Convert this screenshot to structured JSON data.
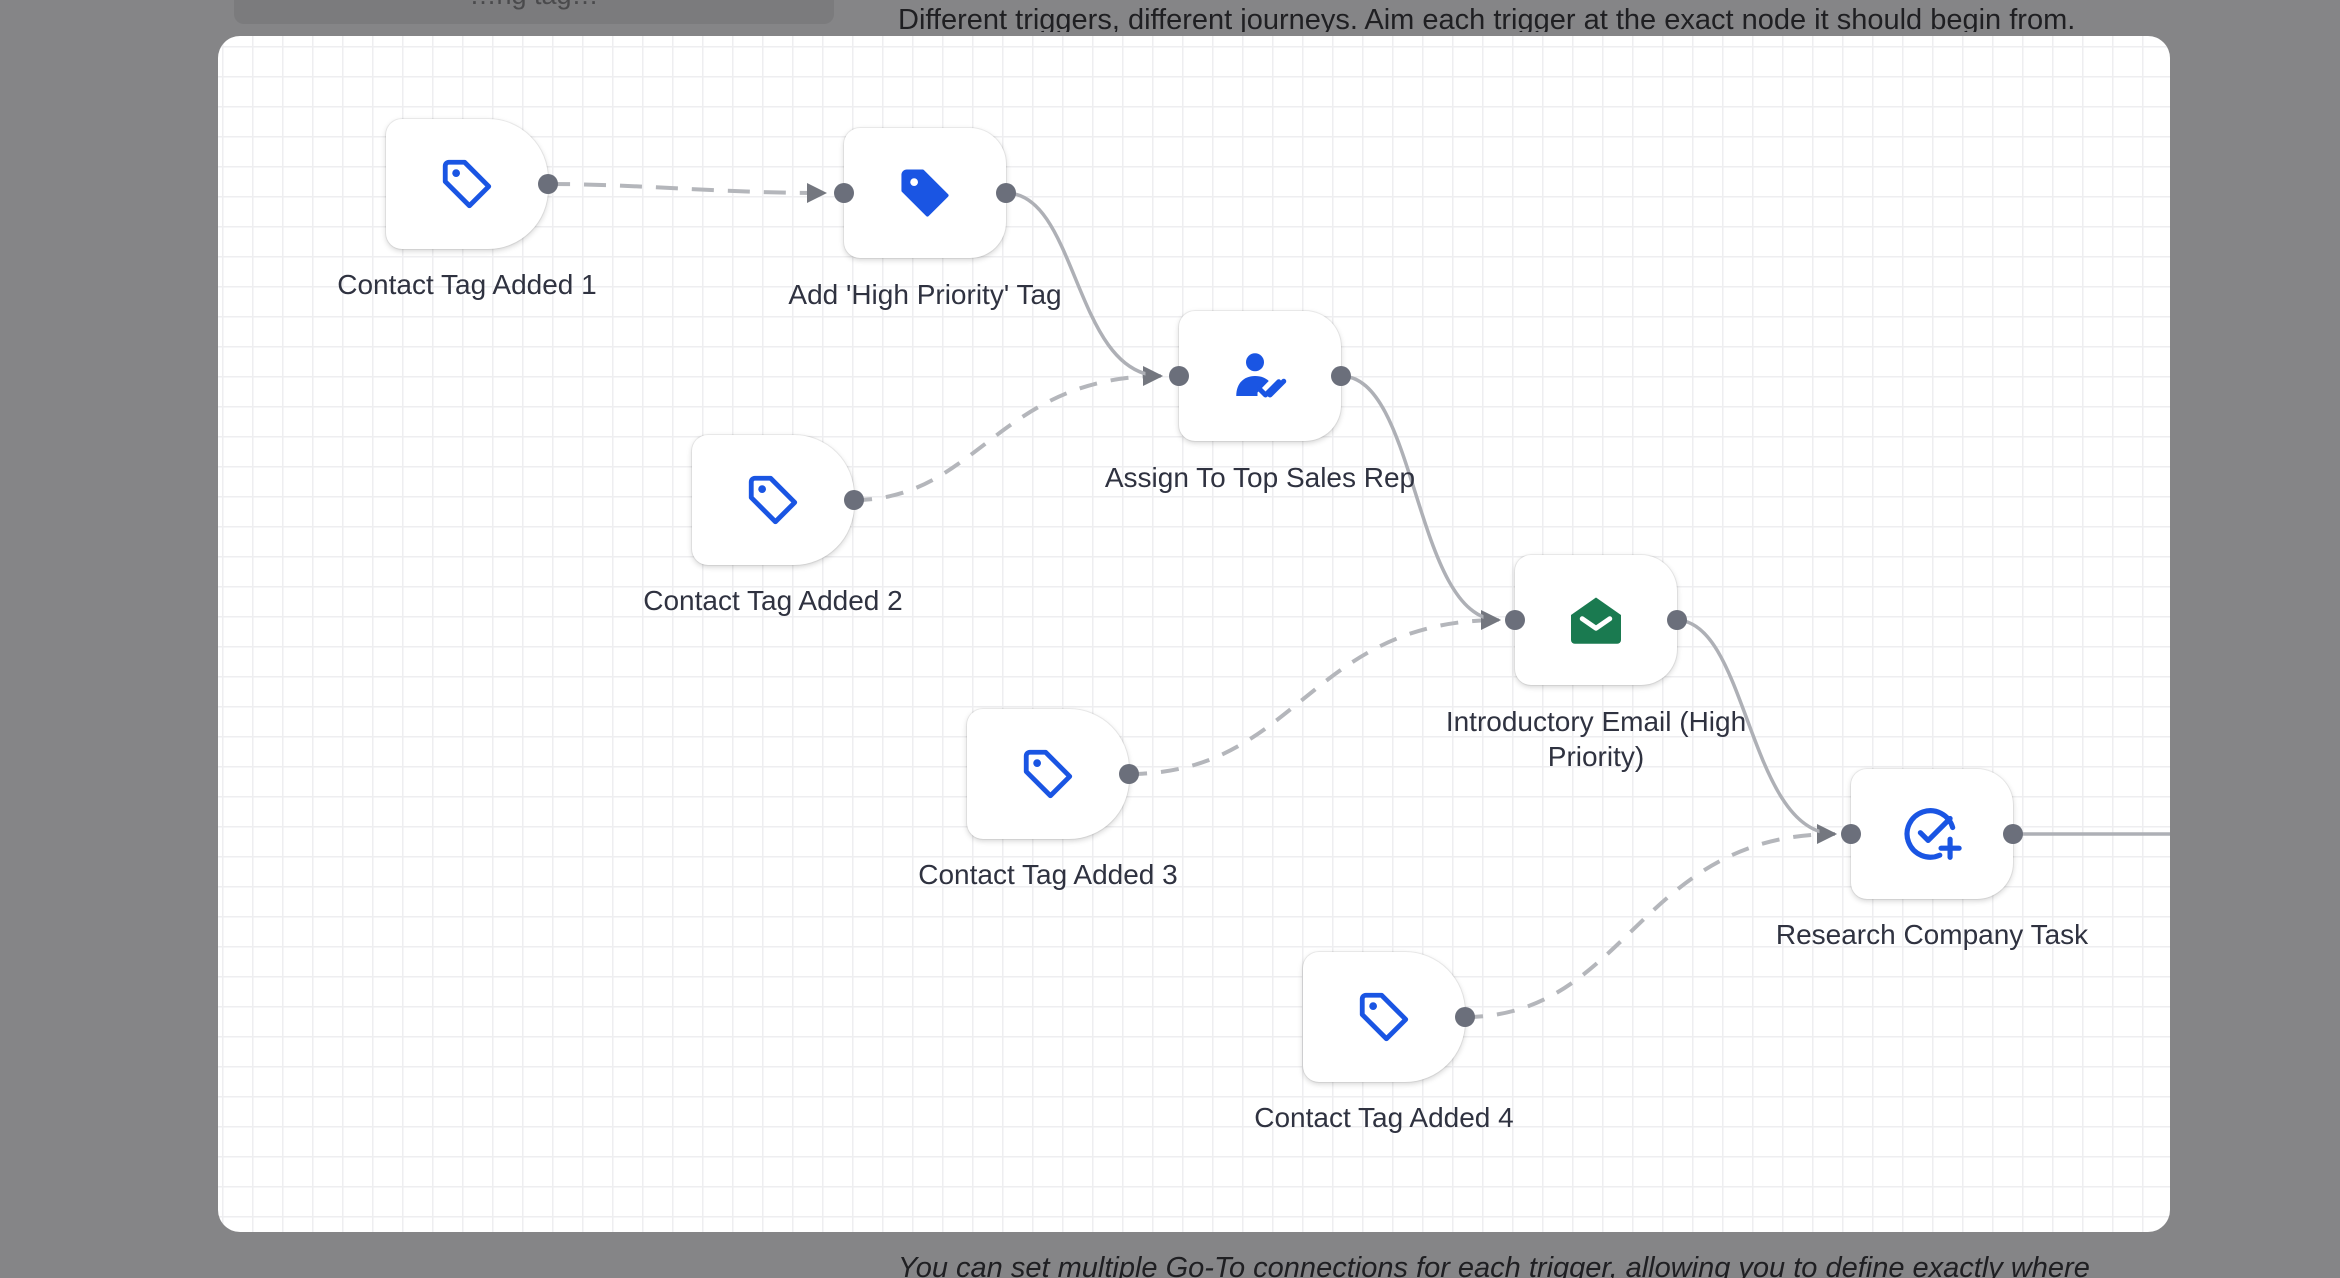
{
  "background": {
    "top_bar_text": "…ng tag…",
    "top_paragraph": "Different triggers, different journeys. Aim each trigger at the exact node it should begin from.",
    "bottom_paragraph": "You can set multiple Go-To connections for each trigger, allowing you to define exactly where"
  },
  "workflow": {
    "triggers": [
      {
        "label": "Contact Tag Added 1",
        "icon": "tag-outline-icon"
      },
      {
        "label": "Contact Tag Added 2",
        "icon": "tag-outline-icon"
      },
      {
        "label": "Contact Tag Added 3",
        "icon": "tag-outline-icon"
      },
      {
        "label": "Contact Tag Added 4",
        "icon": "tag-outline-icon"
      }
    ],
    "actions": [
      {
        "label": "Add 'High Priority' Tag",
        "icon": "tag-filled-icon"
      },
      {
        "label": "Assign To Top Sales Rep",
        "icon": "user-check-icon"
      },
      {
        "label": "Introductory Email (High Priority)",
        "icon": "envelope-open-icon"
      },
      {
        "label": "Research Company Task",
        "icon": "task-add-icon"
      }
    ]
  },
  "colors": {
    "icon_blue": "#1a55e3",
    "email_green": "#1a7a50",
    "port_gray": "#6b6f7b",
    "link_gray": "#aeb0b6"
  }
}
